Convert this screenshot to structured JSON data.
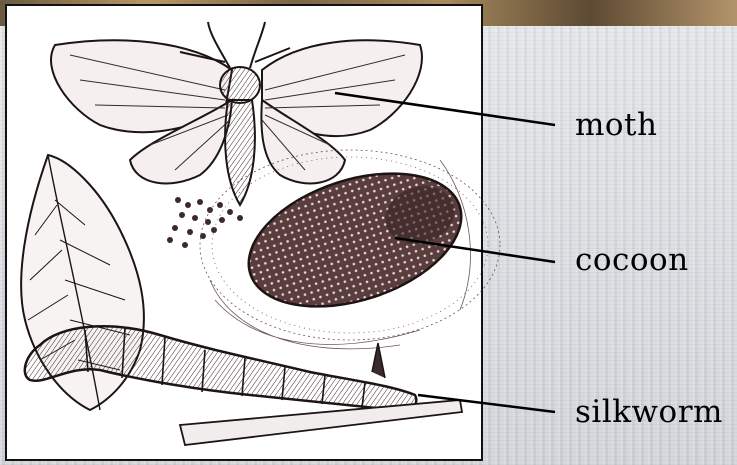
{
  "labels": {
    "moth": "moth",
    "cocoon": "cocoon",
    "silkworm": "silkworm"
  }
}
